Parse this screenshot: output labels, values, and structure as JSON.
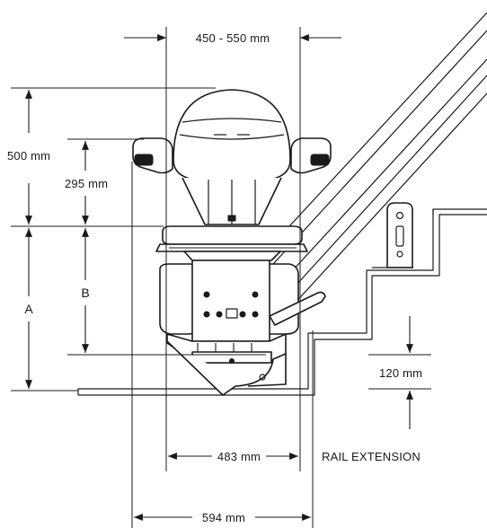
{
  "dimensions": {
    "seat_width": "450 - 550 mm",
    "total_height": "500 mm",
    "armrest_height": "295 mm",
    "step_height": "120 mm",
    "base_width": "483 mm",
    "rail_extension": "RAIL EXTENSION",
    "overall_width": "594 mm"
  },
  "labels": {
    "a": "A",
    "b": "B"
  },
  "colors": {
    "line": "#1a1a1a",
    "background": "#ffffff"
  }
}
